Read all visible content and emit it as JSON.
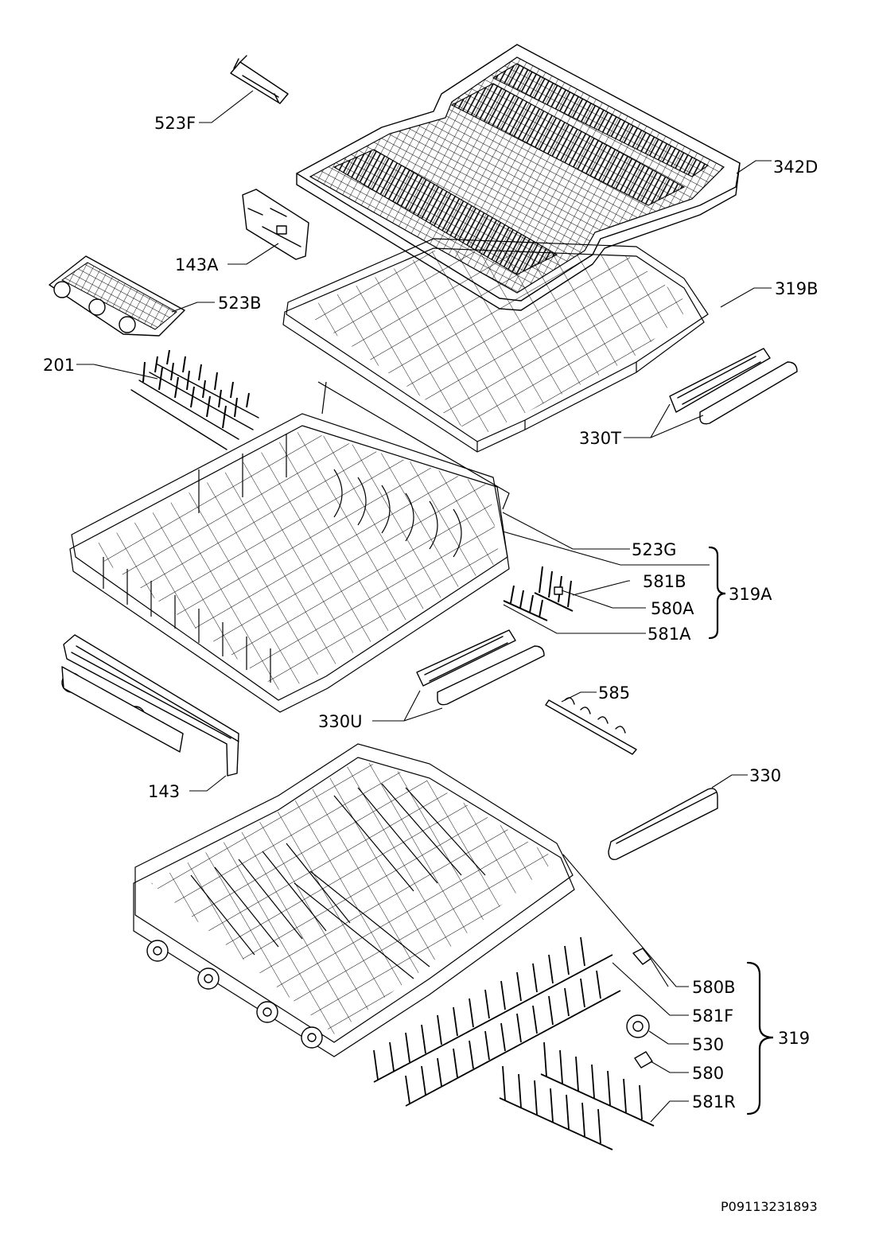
{
  "labels": {
    "l523F": "523F",
    "l342D": "342D",
    "l143A": "143A",
    "l523B": "523B",
    "l319B": "319B",
    "l201": "201",
    "l330T": "330T",
    "l523G": "523G",
    "l581B": "581B",
    "l319A": "319A",
    "l580A": "580A",
    "l581A": "581A",
    "l330U": "330U",
    "l585": "585",
    "l143": "143",
    "l330": "330",
    "l580B": "580B",
    "l581F": "581F",
    "l319": "319",
    "l530": "530",
    "l580": "580",
    "l581R": "581R"
  },
  "document_id": "P09113231893"
}
